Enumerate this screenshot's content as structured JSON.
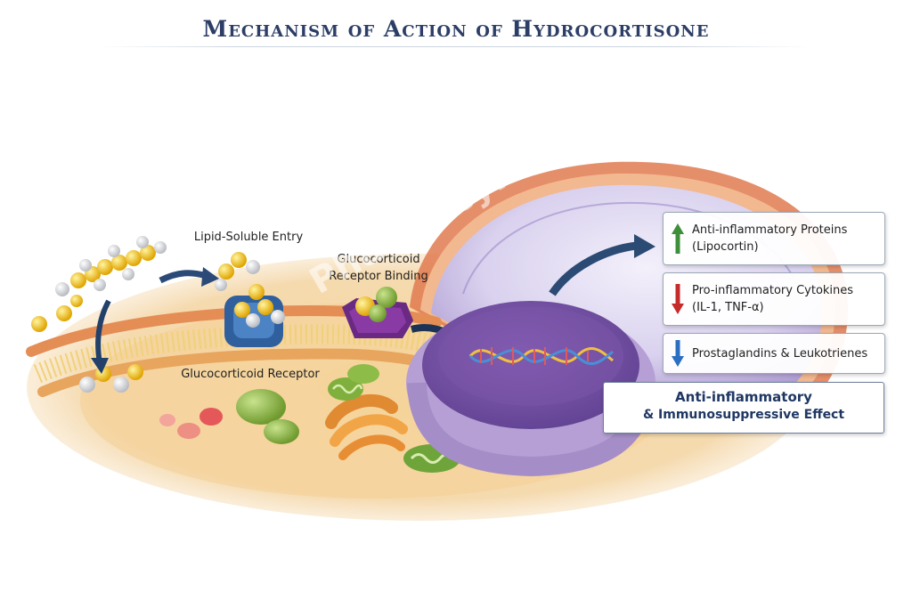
{
  "title": "Mechanism of Action of Hydrocortisone",
  "labels": {
    "lipid_entry": "Lipid-Soluble Entry",
    "receptor_binding": "Glucocorticoid\nReceptor Binding",
    "receptor": "Glucocorticoid Receptor"
  },
  "effects": [
    {
      "text": "Anti-inflammatory Proteins\n(Lipocortin)",
      "direction": "up",
      "color": "#3e8e3a",
      "icon": "up-arrow-icon"
    },
    {
      "text": "Pro-inflammatory Cytokines\n(IL-1, TNF-α)",
      "direction": "down",
      "color": "#c62b2b",
      "icon": "down-arrow-icon"
    },
    {
      "text": "Prostaglandins & Leukotrienes",
      "direction": "down",
      "color": "#2a6fc2",
      "icon": "down-arrow-icon"
    }
  ],
  "final_effect": {
    "line1": "Anti-inflammatory",
    "line2": "& Immunosuppressive Effect"
  },
  "watermark": "PharmacyFreak"
}
